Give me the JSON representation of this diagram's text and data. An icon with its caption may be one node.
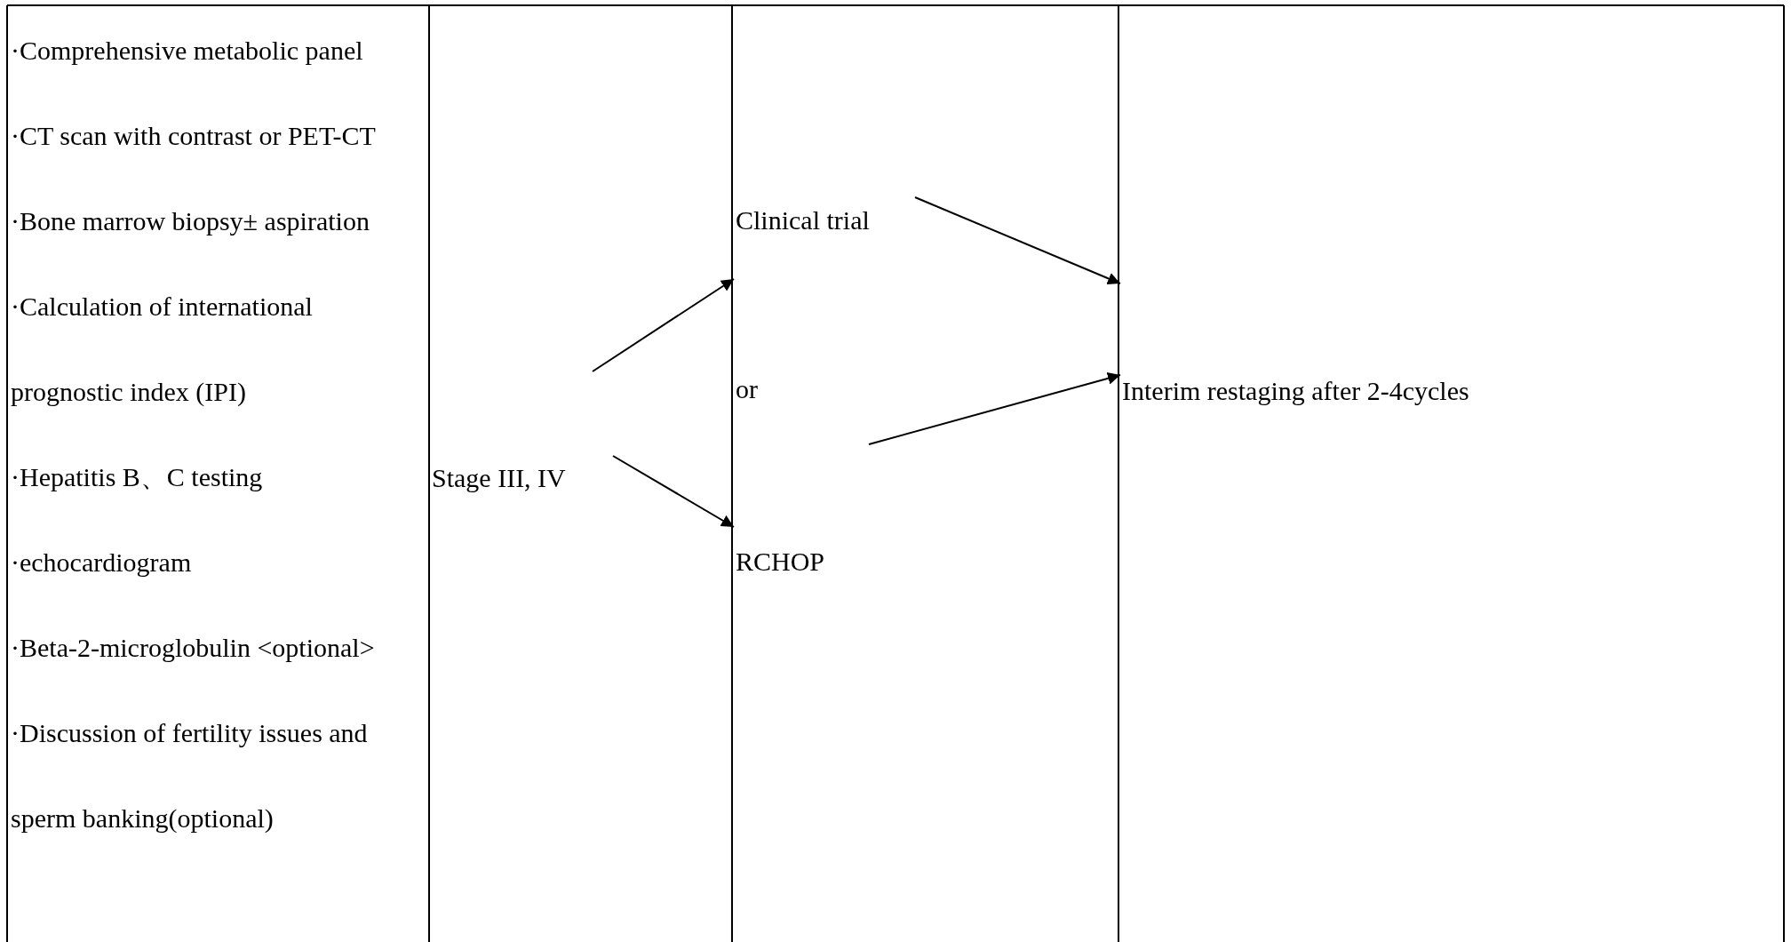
{
  "diagram": {
    "nodes": [
      {
        "text": [
          "·Comprehensive metabolic panel",
          "·CT scan with contrast or PET-CT",
          "·Bone marrow biopsy± aspiration",
          "·Calculation of international prognostic index (IPI)",
          "·Hepatitis B、C testing",
          "·echocardiogram",
          "·Beta-2-microglobulin <optional>",
          "·Discussion of fertility issues and sperm banking(optional)"
        ]
      },
      {
        "text": [
          "Stage III, IV"
        ]
      },
      {
        "text": [
          "Clinical trial"
        ]
      },
      {
        "text": [
          "RCHOP"
        ]
      },
      {
        "text": [
          "Interim restaging after 2-4cycles"
        ]
      }
    ],
    "edges": [
      {
        "from": 1,
        "to": 2,
        "arrow": "to"
      },
      {
        "from": 1,
        "to": 3,
        "arrow": "to"
      },
      {
        "from": 2,
        "to": 4,
        "arrow": "to"
      },
      {
        "from": 3,
        "to": 4,
        "arrow": "to"
      }
    ],
    "labels": [
      "or"
    ]
  }
}
